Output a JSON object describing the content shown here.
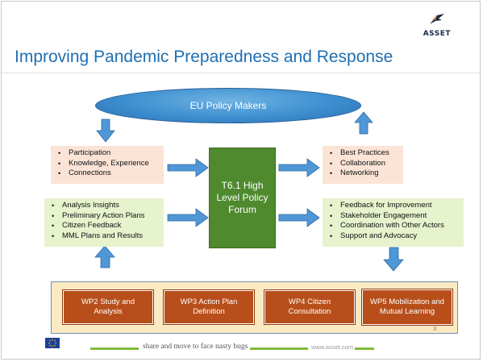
{
  "logo": {
    "text": "ASSET"
  },
  "title": "Improving Pandemic Preparedness and Response",
  "policy_makers": "EU Policy Makers",
  "forum": "T6.1 High Level Policy Forum",
  "input_top": [
    "Participation",
    "Knowledge, Experience",
    "Connections"
  ],
  "input_bottom": [
    "Analysis Insights",
    "Preliminary Action Plans",
    "Citizen Feedback",
    "MML Plans and Results"
  ],
  "output_top": [
    "Best Practices",
    "Collaboration",
    "Networking"
  ],
  "output_bottom": [
    "Feedback for Improvement",
    "Stakeholder Engagement",
    "Coordination with Other Actors",
    "Support and Advocacy"
  ],
  "work_packages": [
    "WP2 Study and Analysis",
    "WP3 Action Plan Definition",
    "WP4 Citizen Consultation",
    "WP5 Mobilization and Mutual Learning"
  ],
  "footer": {
    "tagline": "share and move to face nasty bugs",
    "url": "www.asset.com"
  },
  "page_number": "3",
  "colors": {
    "title": "#1f6fb2",
    "forum": "#4f8a2e",
    "wp": "#b84f1b",
    "arrow": "#4f97d6",
    "peach": "#fbe4d6",
    "green": "#e6f3cd"
  }
}
